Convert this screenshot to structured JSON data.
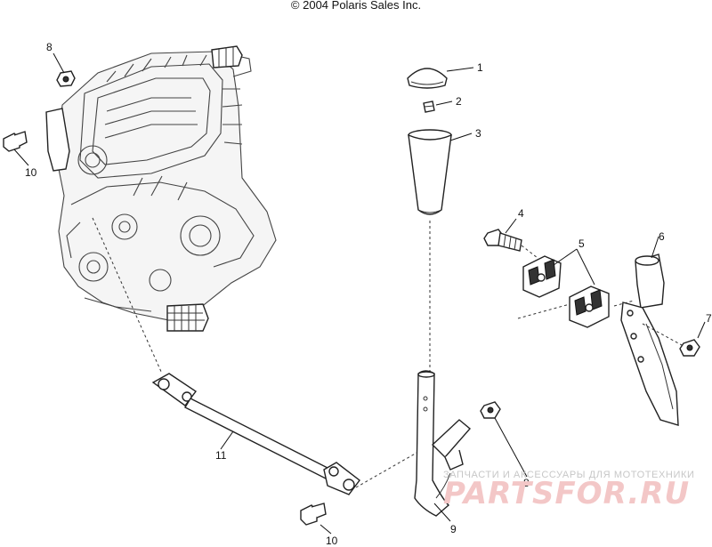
{
  "copyright": "© 2004 Polaris Sales Inc.",
  "callouts": {
    "c1": "1",
    "c2": "2",
    "c3": "3",
    "c4": "4",
    "c5": "5",
    "c6": "6",
    "c7": "7",
    "c8_top": "8",
    "c8_bottom": "8",
    "c9": "9",
    "c10_left": "10",
    "c10_bottom": "10",
    "c11": "11"
  },
  "watermark": {
    "text": "ЗАПЧАСТИ И АКСЕССУАРЫ ДЛЯ МОТОТЕХНИКИ",
    "logo": "PARTSFOR.RU"
  }
}
